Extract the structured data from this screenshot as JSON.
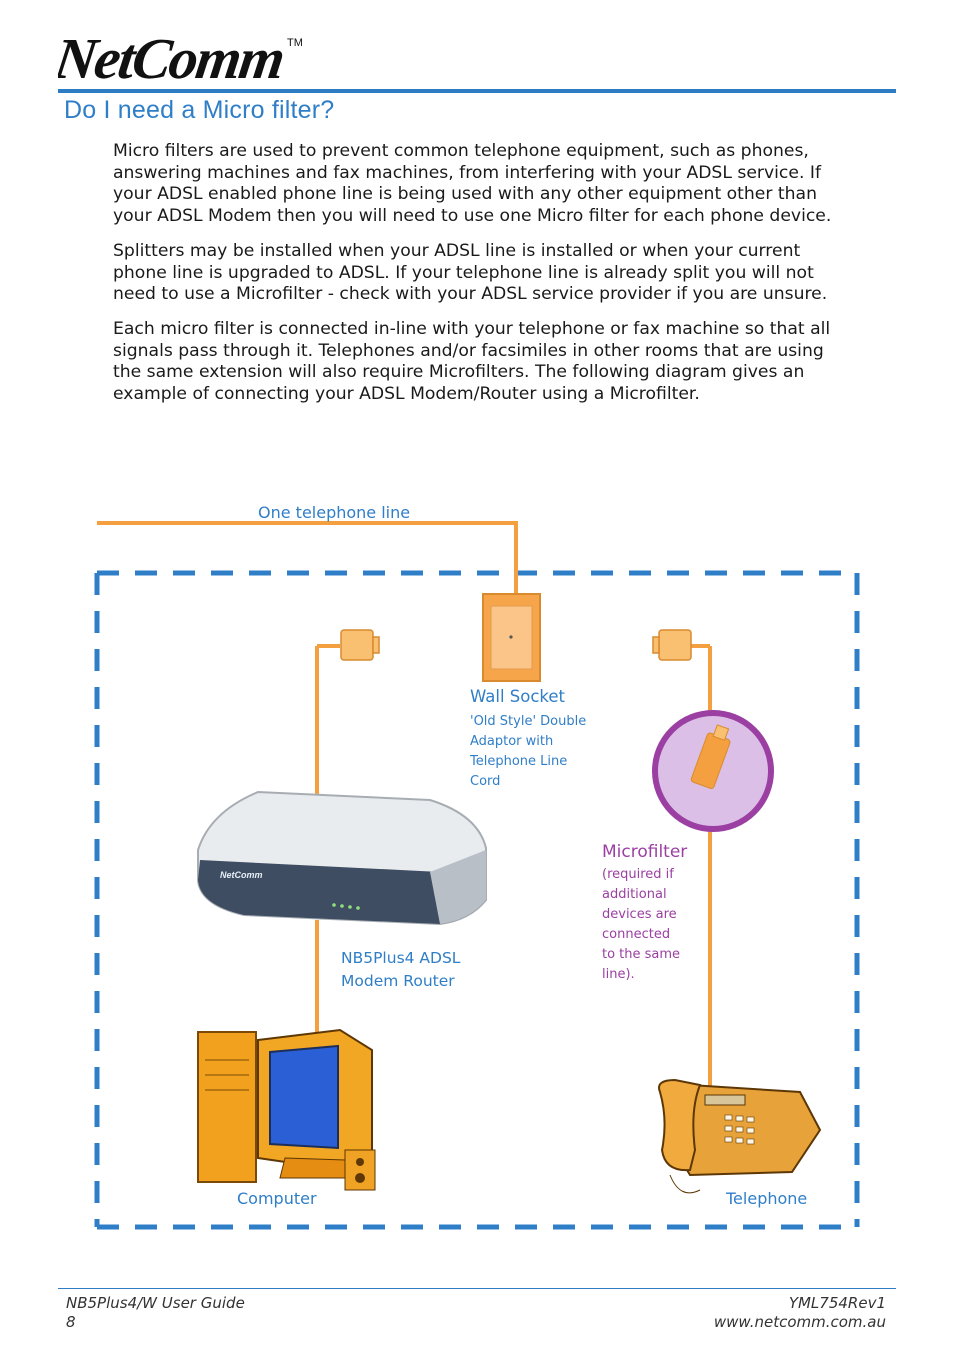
{
  "header": {
    "logo_text": "NetComm",
    "trademark": "TM",
    "title": "Do I need a Micro filter?",
    "accent_color": "#2e7cc4"
  },
  "body": {
    "paragraphs": [
      "Micro filters are used to prevent common telephone equipment, such as phones,\nanswering machines and fax machines, from interfering with your ADSL service.  If\nyour ADSL enabled phone line is being used with any other equipment other than\nyour ADSL Modem then you will need to use one Micro filter for each phone device.",
      "Splitters may be installed when your ADSL line is installed or when your current\nphone line is upgraded to ADSL.  If your telephone line is already split you will not\nneed to use a Microfilter - check with your ADSL service provider if you are unsure.",
      "Each micro filter is connected in-line with your telephone or fax machine so that all\nsignals pass through it.   Telephones and/or facsimiles in other rooms that are using\nthe same extension will also require Microfilters. The following diagram gives an\nexample of connecting your ADSL Modem/Router using a Microfilter."
    ]
  },
  "diagram": {
    "line_color": "#f5a040",
    "border_color": "#2f7ec8",
    "filter_circle_color": "#d9b3e6",
    "filter_circle_stroke": "#9b3fa3",
    "router_logo": "NetComm",
    "labels": {
      "line": "One telephone line",
      "wall_socket": "Wall Socket",
      "wall_socket_desc": [
        "'Old Style'  Double",
        "Adaptor with",
        "Telephone Line",
        "Cord"
      ],
      "microfilter": "Microfilter",
      "microfilter_desc": [
        "(required if",
        "additional",
        "devices are",
        "connected",
        "to the same",
        "line)."
      ],
      "router": [
        "NB5Plus4 ADSL",
        "Modem Router"
      ],
      "computer": "Computer",
      "telephone": "Telephone"
    }
  },
  "footer": {
    "guide": "NB5Plus4/W User Guide",
    "page": "8",
    "revision": "YML754Rev1",
    "website": "www.netcomm.com.au"
  }
}
